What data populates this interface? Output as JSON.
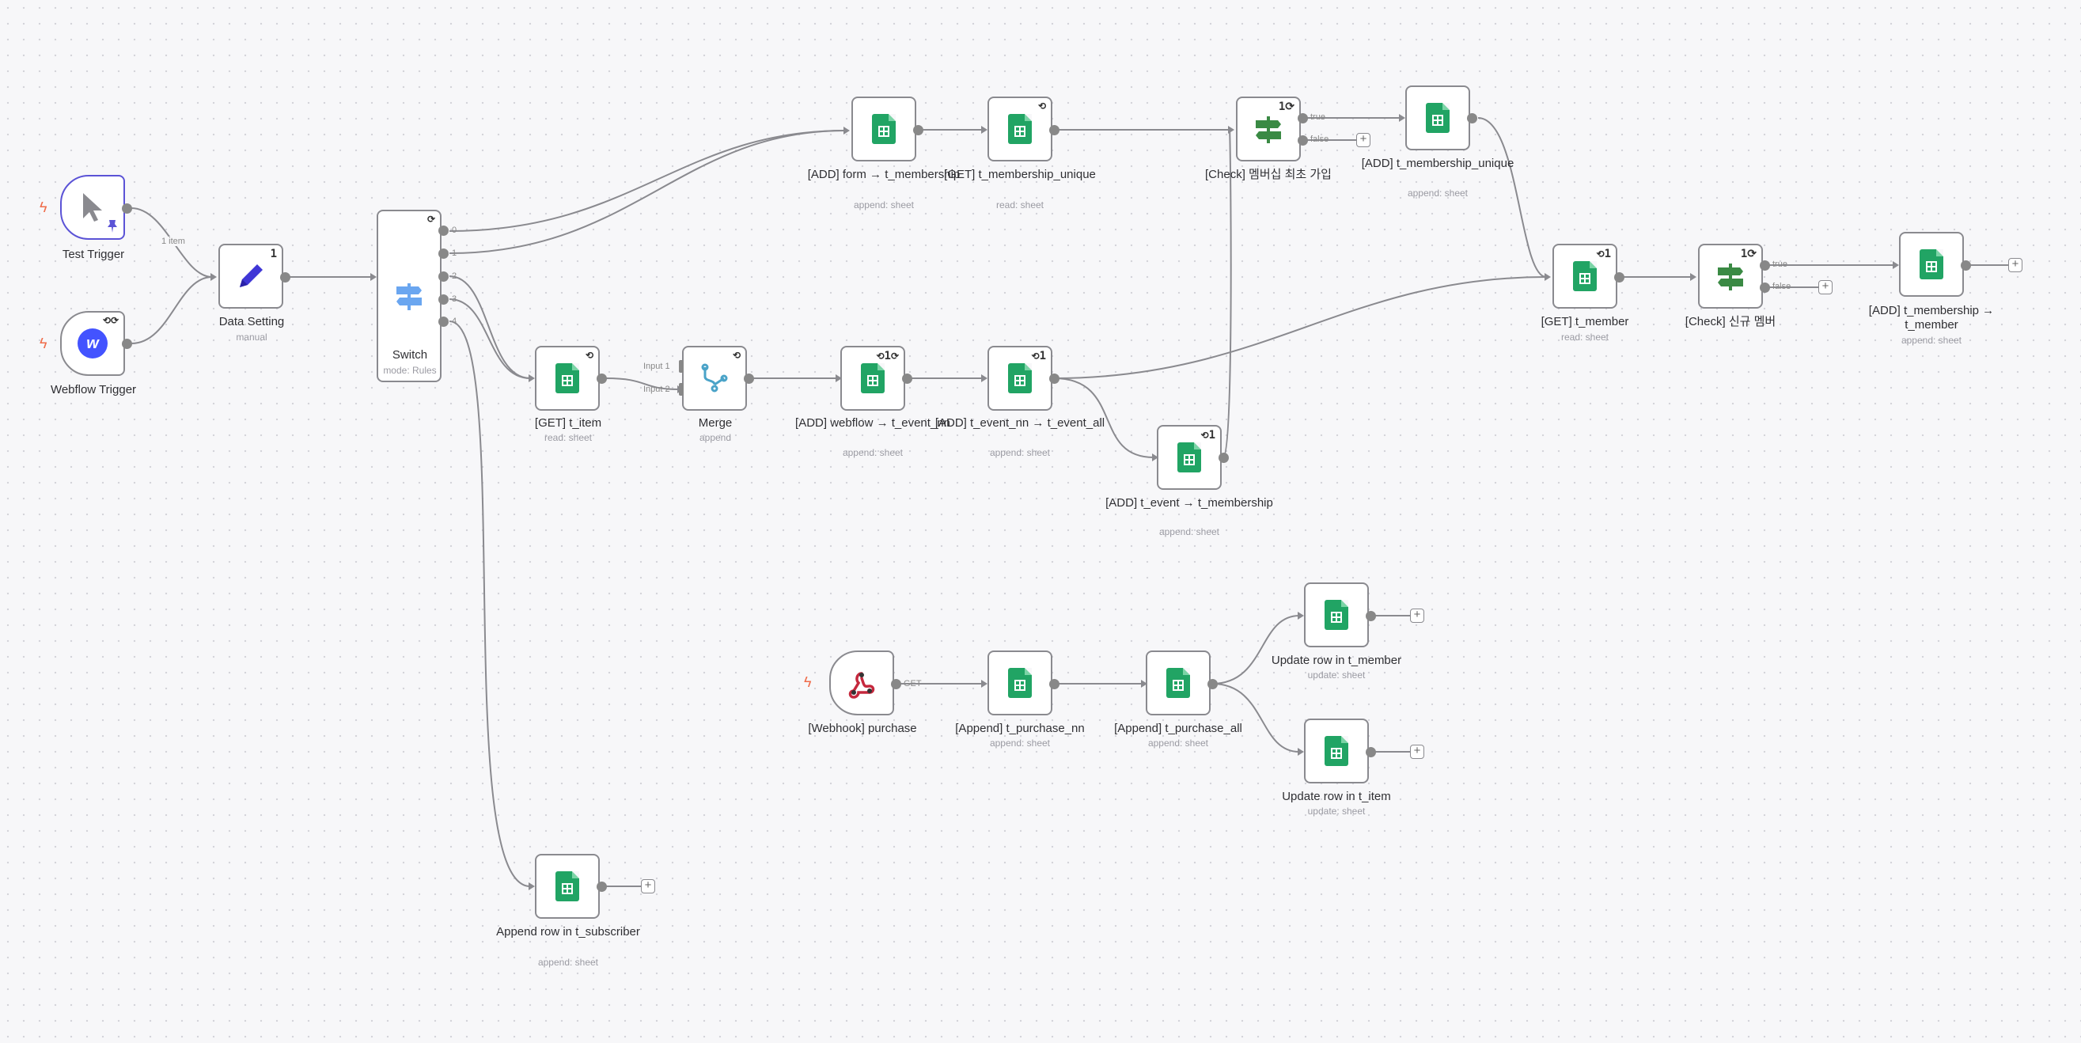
{
  "nodes": {
    "test_trigger": {
      "label": "Test Trigger"
    },
    "webflow_trigger": {
      "label": "Webflow Trigger"
    },
    "data_setting": {
      "label": "Data Setting",
      "sub": "manual",
      "badge": "1"
    },
    "switch": {
      "label": "Switch",
      "sub": "mode: Rules",
      "outputs": [
        "0",
        "1",
        "2",
        "3",
        "4"
      ]
    },
    "add_form": {
      "label": "[ADD] form → t_membership",
      "sub": "append: sheet"
    },
    "get_membership_unique": {
      "label": "[GET] t_membership_unique",
      "sub": "read: sheet"
    },
    "check_first_join": {
      "label": "[Check] 멤버십 최초 가입",
      "badge": "1"
    },
    "add_membership_unique": {
      "label": "[ADD] t_membership_unique",
      "sub": "append: sheet"
    },
    "get_item": {
      "label": "[GET] t_item",
      "sub": "read: sheet"
    },
    "merge": {
      "label": "Merge",
      "sub": "append",
      "input1": "Input 1",
      "input2": "Input 2"
    },
    "add_webflow": {
      "label": "[ADD] webflow → t_event_nn",
      "sub": "append: sheet",
      "badge": "1"
    },
    "add_event_nn": {
      "label": "[ADD] t_event_nn → t_event_all",
      "sub": "append: sheet",
      "badge": "1"
    },
    "add_event_membership": {
      "label": "[ADD] t_event → t_membership",
      "sub": "append: sheet",
      "badge": "1"
    },
    "get_member": {
      "label": "[GET] t_member",
      "sub": "read: sheet",
      "badge": "1"
    },
    "check_new_member": {
      "label": "[Check] 신규 멤버",
      "badge": "1"
    },
    "add_membership_member": {
      "label": "[ADD] t_membership → t_member",
      "sub": "append: sheet"
    },
    "webhook_purchase": {
      "label": "[Webhook] purchase",
      "out_label": "GET"
    },
    "append_purchase_nn": {
      "label": "[Append] t_purchase_nn",
      "sub": "append: sheet"
    },
    "append_purchase_all": {
      "label": "[Append] t_purchase_all",
      "sub": "append: sheet"
    },
    "update_member": {
      "label": "Update row in t_member",
      "sub": "update: sheet"
    },
    "update_item": {
      "label": "Update row in t_item",
      "sub": "update: sheet"
    },
    "append_subscriber": {
      "label": "Append row in t_subscriber",
      "sub": "append: sheet"
    }
  },
  "edge_labels": {
    "one_item": "1 item",
    "true": "true",
    "false": "false"
  },
  "colors": {
    "edge": "#8a8a8f",
    "sheets_green": "#21a464",
    "selected_border": "#5b53d6",
    "trigger_bolt": "#ef6c4a",
    "webflow_blue": "#4353ff"
  }
}
